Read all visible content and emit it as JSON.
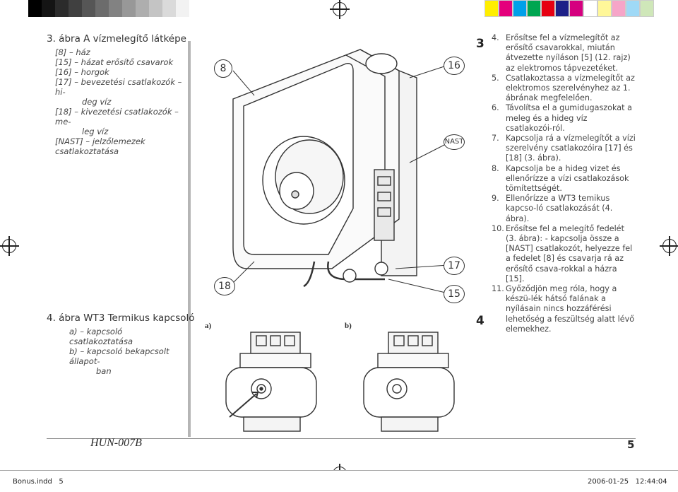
{
  "figure3": {
    "title": "3. ábra A vízmelegítő látképe",
    "legend": [
      "[8] – ház",
      "[15] – házat erősítő csavarok",
      "[16] – horgok",
      "[17] – bevezetési csatlakozók – hi-",
      "deg víz",
      "[18] – kivezetési csatlakozók – me-",
      "leg víz",
      "[NAST] – jelzőlemezek csatlakoztatása"
    ],
    "number": "3",
    "callouts": {
      "c8": "8",
      "c16": "16",
      "cnast": "NAST",
      "c17": "17",
      "c18": "18",
      "c15": "15"
    }
  },
  "figure4": {
    "title": "4. ábra WT3 Termikus kapcsoló",
    "legend": [
      "a) – kapcsoló csatlakoztatása",
      "b) – kapcsoló bekapcsolt állapot-",
      "ban"
    ],
    "number": "4",
    "label_a": "a)",
    "label_b": "b)"
  },
  "instructions": [
    {
      "n": "4.",
      "t": "Erősítse fel a vízmelegítőt az erősítő csavarokkal, miután átvezette nyíláson [5] (12. rajz) az elektromos tápvezetéket."
    },
    {
      "n": "5.",
      "t": "Csatlakoztassa a vízmelegítőt az elektromos szerelvényhez az 1. ábrának megfelelően."
    },
    {
      "n": "6.",
      "t": "Távolítsa el a gumidugaszokat a meleg és a hideg víz csatlakozói-ról."
    },
    {
      "n": "7.",
      "t": "Kapcsolja rá a vízmelegítőt a vízi szerelvény csatlakozóira [17] és [18] (3. ábra)."
    },
    {
      "n": "8.",
      "t": "Kapcsolja be a hideg vizet és ellenőrízze a vízi csatlakozások tömítettségét."
    },
    {
      "n": "9.",
      "t": "Ellenőrízze a WT3 temikus kapcso-ló csatlakozását (4. ábra)."
    },
    {
      "n": "10.",
      "t": "Erősítse fel a melegítő fedelét (3. ábra): - kapcsolja össze a [NAST] csatlakozót, helyezze fel a fedelet [8] és csavarja rá az erősítő csava-rokkal a házra [15]."
    },
    {
      "n": "11.",
      "t": "Győződjön meg róla, hogy a készü-lék hátsó falának a nyílásain nincs hozzáférési lehetőség a feszültség alatt lévő elemekhez."
    }
  ],
  "footer": {
    "doc_code": "HUN-007B",
    "page": "5"
  },
  "slug": {
    "file": "Bonus.indd   5",
    "date": "2006-01-25   12:44:04"
  },
  "colors": {
    "grey_bars": [
      "#000000",
      "#141414",
      "#2b2b2b",
      "#404040",
      "#565656",
      "#6c6c6c",
      "#828282",
      "#989898",
      "#aeaeae",
      "#c4c4c4",
      "#dadada",
      "#f2f2f2"
    ],
    "color_bars": [
      "#ffee00",
      "#e4007c",
      "#00a0e9",
      "#00a651",
      "#e60012",
      "#1d2088",
      "#d5007f",
      "#ffffff",
      "#fff799",
      "#f6a5c8",
      "#9fd9f6",
      "#cfe7b9"
    ]
  }
}
